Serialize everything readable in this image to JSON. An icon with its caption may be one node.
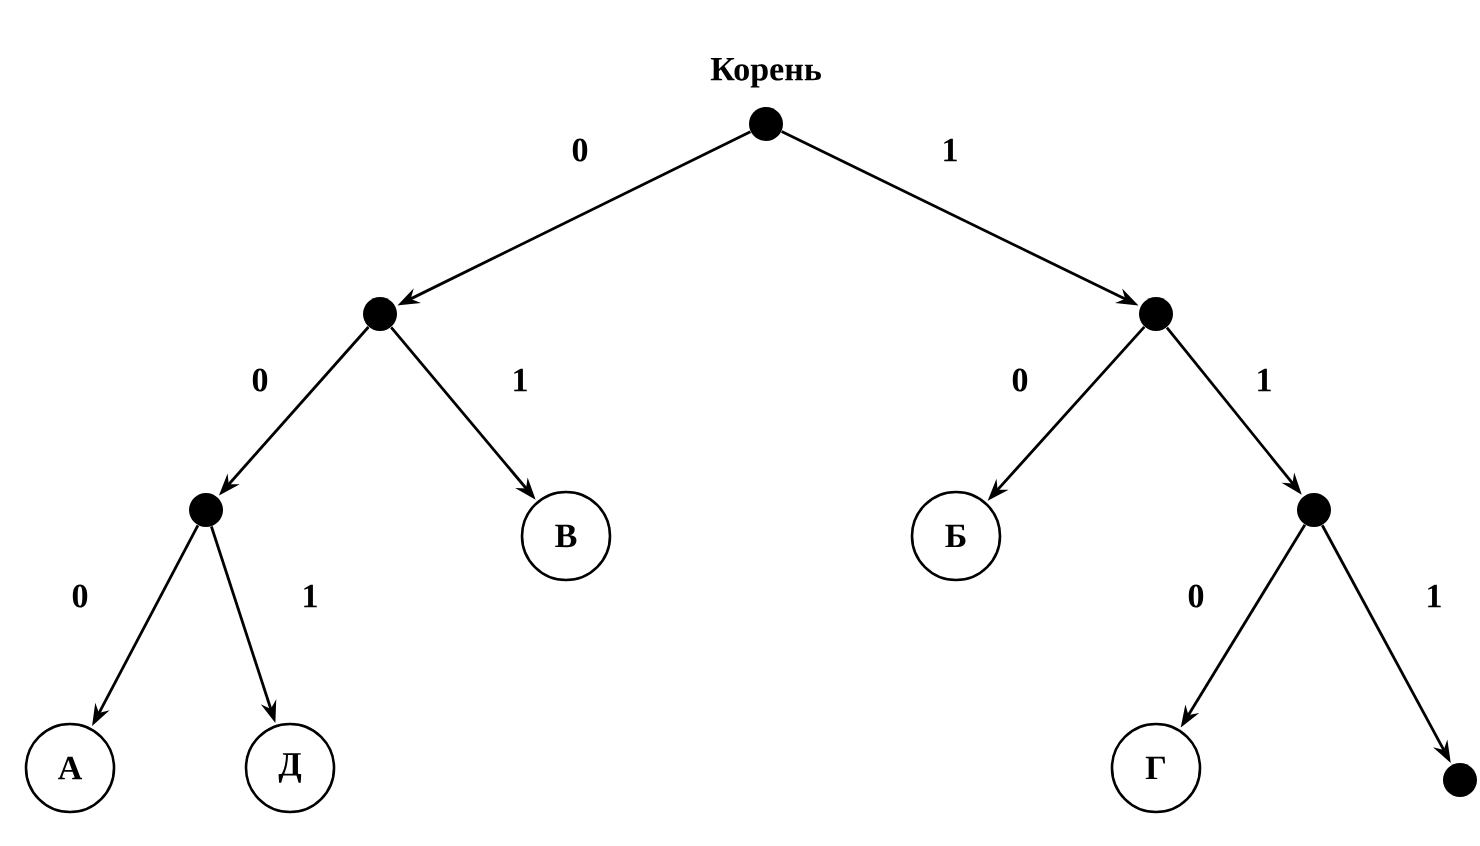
{
  "diagram": {
    "nodes": [
      {
        "text": [],
        "shape": "circle",
        "beside": [
          "Корень"
        ]
      },
      {
        "text": [],
        "shape": "circle"
      },
      {
        "text": [],
        "shape": "circle"
      },
      {
        "text": [],
        "shape": "circle"
      },
      {
        "text": [
          "В"
        ]
      },
      {
        "text": [
          "Б"
        ]
      },
      {
        "text": [],
        "shape": "circle"
      },
      {
        "text": [
          "А"
        ]
      },
      {
        "text": [
          "Д"
        ]
      },
      {
        "text": [
          "Г"
        ]
      },
      {
        "text": [],
        "shape": "circle"
      }
    ],
    "edges": [
      {
        "from": 0,
        "to": 1,
        "arrow": "to",
        "label": "0"
      },
      {
        "from": 0,
        "to": 2,
        "arrow": "to",
        "label": "1"
      },
      {
        "from": 1,
        "to": 3,
        "arrow": "to",
        "label": "0"
      },
      {
        "from": 1,
        "to": 4,
        "arrow": "to",
        "label": "1"
      },
      {
        "from": 2,
        "to": 5,
        "arrow": "to",
        "label": "0"
      },
      {
        "from": 2,
        "to": 6,
        "arrow": "to",
        "label": "1"
      },
      {
        "from": 3,
        "to": 7,
        "arrow": "to",
        "label": "0"
      },
      {
        "from": 3,
        "to": 8,
        "arrow": "to",
        "label": "1"
      },
      {
        "from": 6,
        "to": 9,
        "arrow": "to",
        "label": "0"
      },
      {
        "from": 6,
        "to": 10,
        "arrow": "to",
        "label": "1"
      }
    ]
  }
}
